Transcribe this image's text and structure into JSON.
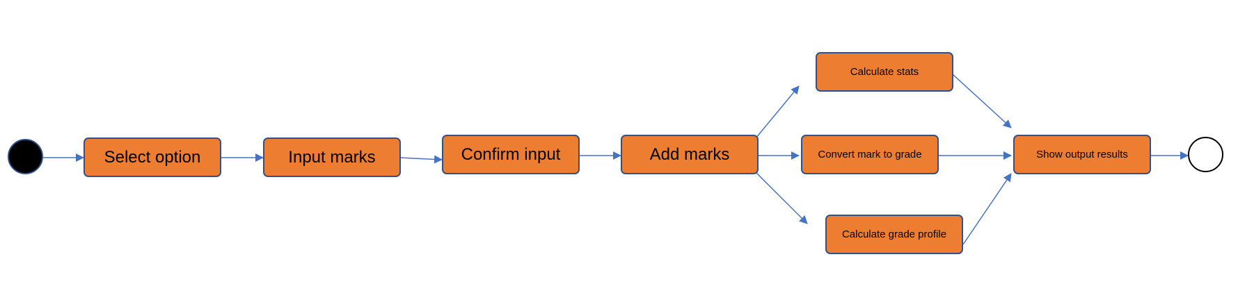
{
  "diagram": {
    "type": "activity-diagram",
    "colors": {
      "node_fill": "#ED7D31",
      "node_border": "#2F528F",
      "edge": "#4472C4",
      "start": "#000000",
      "end_border": "#000000"
    },
    "nodes": {
      "select_option": "Select option",
      "input_marks": "Input marks",
      "confirm_input": "Confirm input",
      "add_marks": "Add marks",
      "calculate_stats": "Calculate stats",
      "convert_mark": "Convert mark to grade",
      "calculate_grade_profile": "Calculate grade profile",
      "show_output_results": "Show output results"
    },
    "edges": [
      [
        "start",
        "select_option"
      ],
      [
        "select_option",
        "input_marks"
      ],
      [
        "input_marks",
        "confirm_input"
      ],
      [
        "confirm_input",
        "add_marks"
      ],
      [
        "add_marks",
        "calculate_stats"
      ],
      [
        "add_marks",
        "convert_mark"
      ],
      [
        "add_marks",
        "calculate_grade_profile"
      ],
      [
        "calculate_stats",
        "show_output_results"
      ],
      [
        "convert_mark",
        "show_output_results"
      ],
      [
        "calculate_grade_profile",
        "show_output_results"
      ],
      [
        "show_output_results",
        "end"
      ]
    ]
  }
}
